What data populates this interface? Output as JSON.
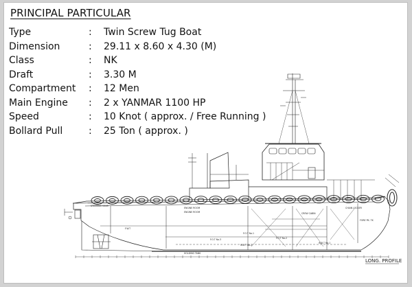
{
  "heading": "PRINCIPAL PARTICULAR",
  "separator": ":",
  "specs": [
    {
      "label": "Type",
      "value": "Twin Screw Tug Boat"
    },
    {
      "label": "Dimension",
      "value": "29.11 x 8.60 x 4.30 (M)"
    },
    {
      "label": "Class",
      "value": "NK"
    },
    {
      "label": "Draft",
      "value": "3.30 M"
    },
    {
      "label": "Compartment",
      "value": "12 Men"
    },
    {
      "label": "Main Engine",
      "value": "2 x  YANMAR 1100 HP"
    },
    {
      "label": "Speed",
      "value": "10 Knot ( approx. / Free Running )"
    },
    {
      "label": "Bollard Pull",
      "value": "25 Ton ( approx. )"
    }
  ],
  "drawing": {
    "profile_label": "LONG. PROFILE",
    "compartment_labels": {
      "steering_gear": "STEERING GEAR",
      "engine_room_1": "ENGINE ROOM",
      "engine_room_2": "ENGINE ROOM",
      "crew_cabin": "CREW CABIN",
      "chain_locker": "CHAIN LOCKER",
      "fw_tank": "F.W.T",
      "fo_tank_1": "F.O.T No.1",
      "fo_tank_2": "F.O.T No.2",
      "fo_tank_3": "F.O.T No.3",
      "wb_tank_1": "W.B.T No.1",
      "wb_tank_2": "W.B.T No.2",
      "holding_tank": "HOLDING TANK",
      "fore_peak": "FORE PK. TK"
    }
  },
  "colors": {
    "line": "#222222",
    "background": "#ffffff",
    "frame": "#d2d2d2"
  }
}
